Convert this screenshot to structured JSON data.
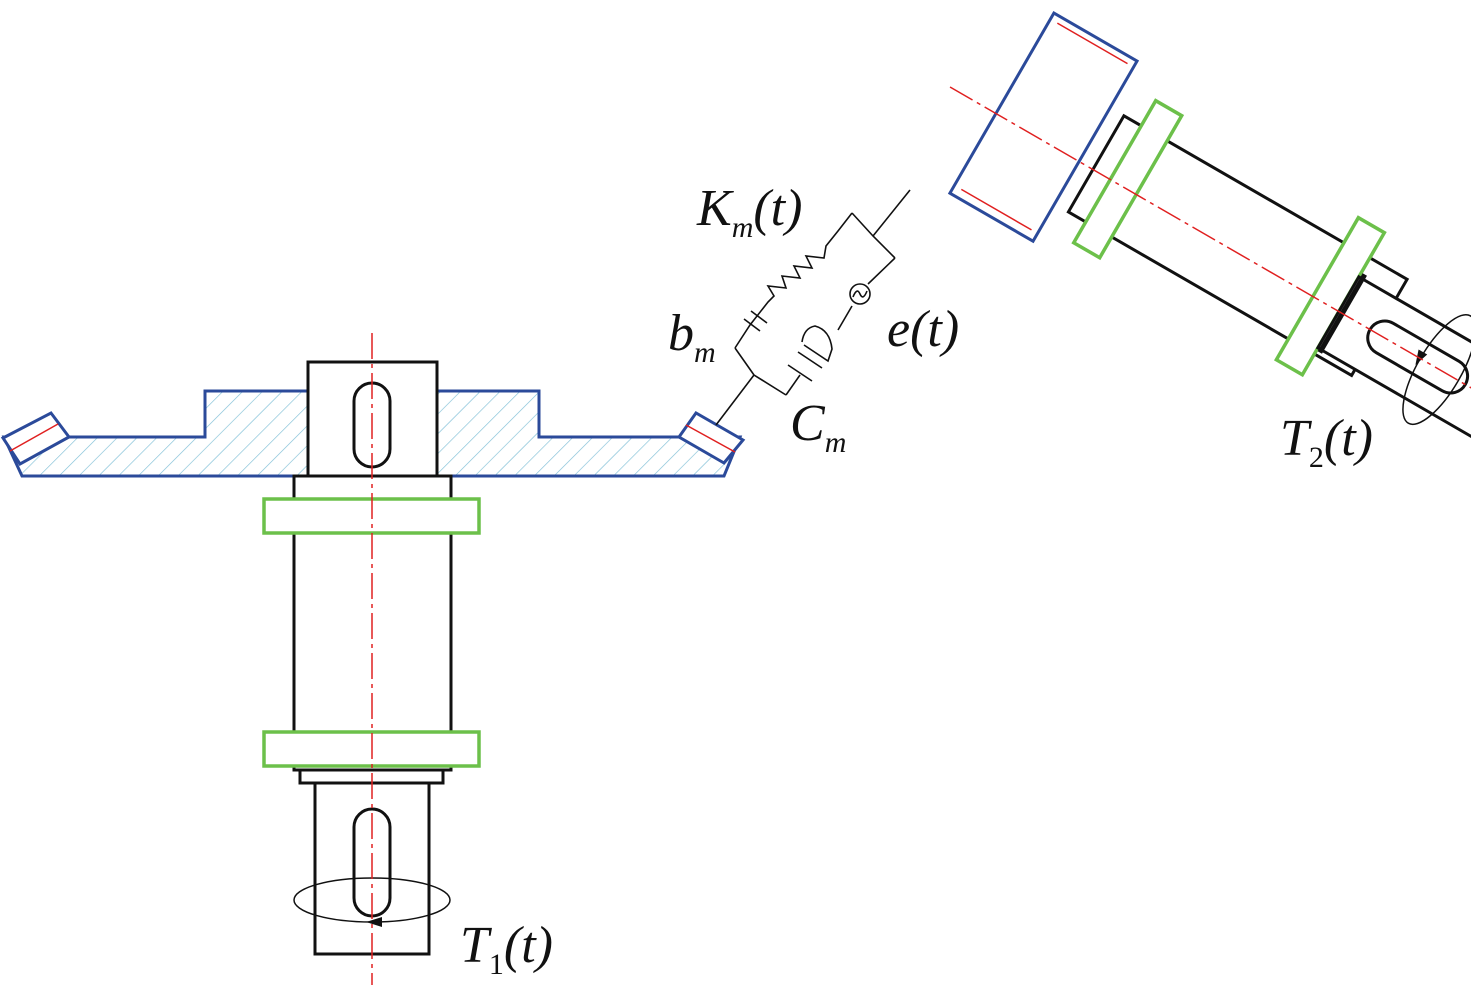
{
  "colors": {
    "gear_outline": "#2b4a9a",
    "bearing": "#6cc04a",
    "centerline": "#e02020",
    "hatch": "#7fbfd6",
    "ink": "#111111"
  },
  "labels": {
    "stiffness": {
      "main": "K",
      "sub": "m",
      "tail": "(t)"
    },
    "backlash": {
      "main": "b",
      "sub": "m"
    },
    "error": {
      "main": "e",
      "tail": "(t)"
    },
    "damping": {
      "main": "C",
      "sub": "m"
    },
    "torque_in": {
      "main": "T",
      "sub": "1",
      "tail": "(t)"
    },
    "torque_out": {
      "main": "T",
      "sub": "2",
      "tail": "(t)"
    }
  }
}
